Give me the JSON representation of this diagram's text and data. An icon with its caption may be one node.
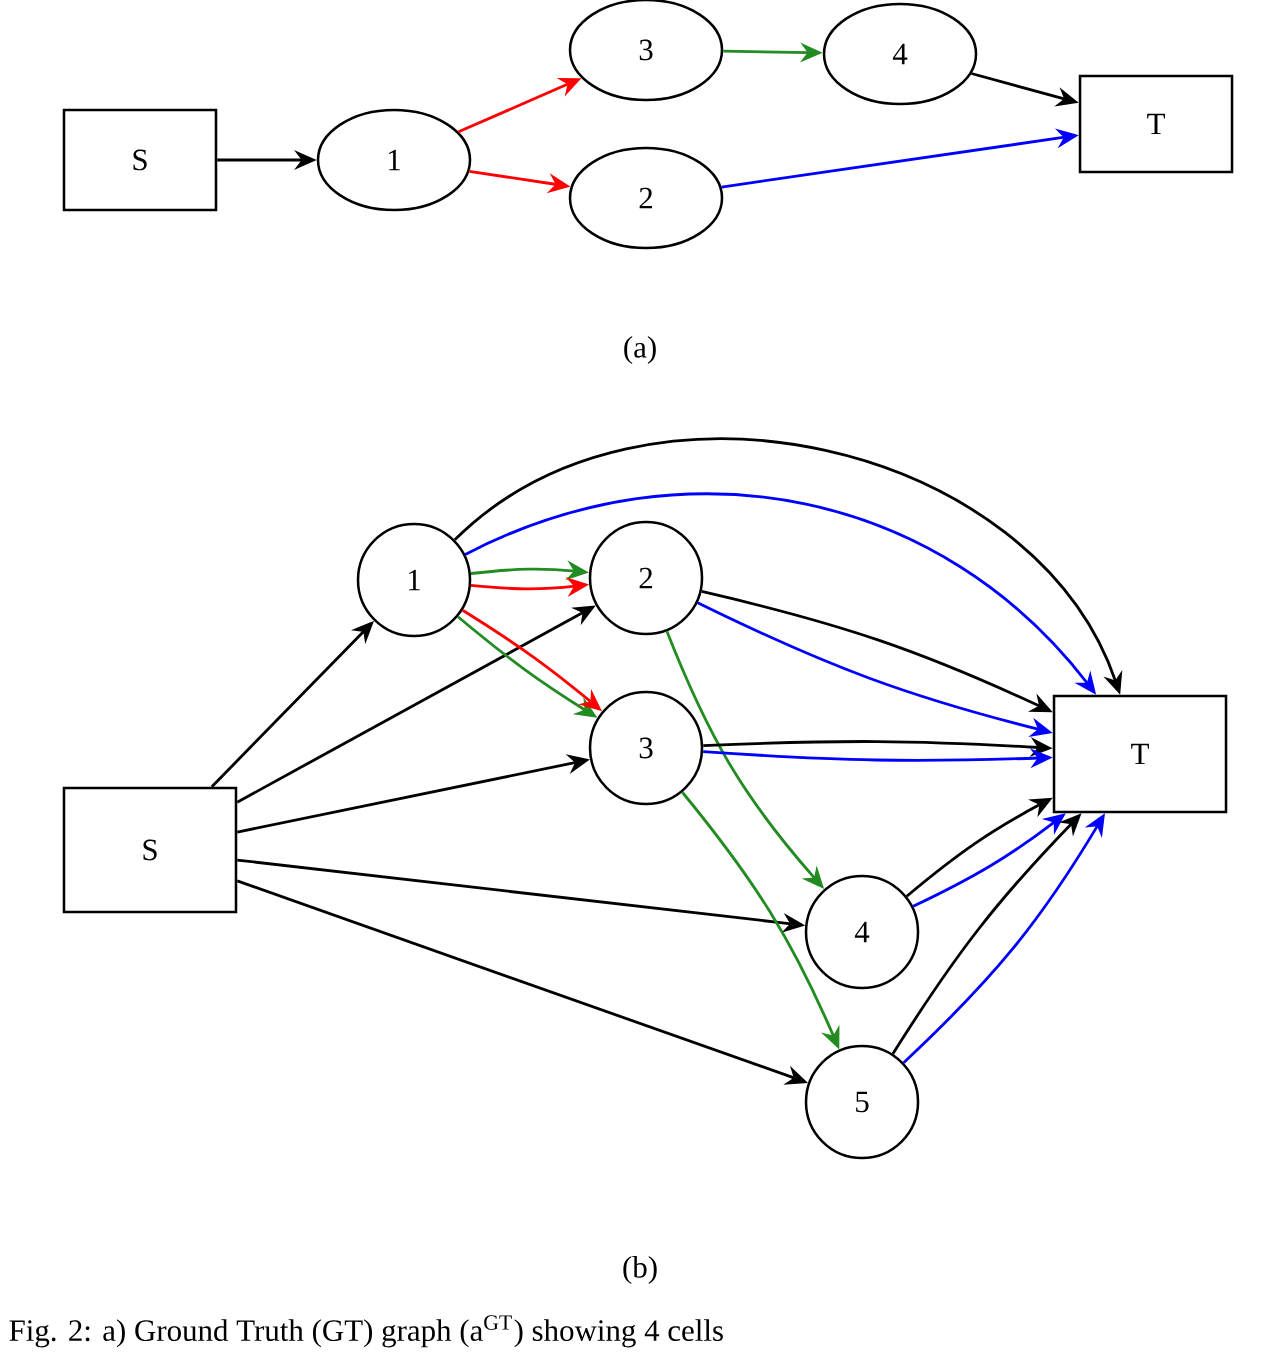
{
  "diagram": {
    "caption": "Fig. 2: a) Ground Truth (GT) graph (a$^{GT}$) showing 4 cells",
    "nodes": [
      {
        "text": [
          "S"
        ]
      },
      {
        "text": [
          "1"
        ]
      },
      {
        "text": [
          "3"
        ]
      },
      {
        "text": [
          "4"
        ]
      },
      {
        "text": [
          "2"
        ]
      },
      {
        "text": [
          "T"
        ]
      },
      {
        "text": [
          "S"
        ]
      },
      {
        "text": [
          "1"
        ]
      },
      {
        "text": [
          "2"
        ]
      },
      {
        "text": [
          "3"
        ]
      },
      {
        "text": [
          "4"
        ]
      },
      {
        "text": [
          "5"
        ]
      },
      {
        "text": [
          "T"
        ]
      }
    ],
    "edges": [
      {
        "from": 0,
        "to": 1,
        "arrow": "to"
      },
      {
        "from": 1,
        "to": 2,
        "arrow": "to",
        "color": "#ff0000"
      },
      {
        "from": 1,
        "to": 4,
        "arrow": "to",
        "color": "#ff0000"
      },
      {
        "from": 2,
        "to": 3,
        "arrow": "to",
        "color": "#228b22"
      },
      {
        "from": 3,
        "to": 5,
        "arrow": "to"
      },
      {
        "from": 4,
        "to": 5,
        "arrow": "to",
        "color": "#0000ff"
      },
      {
        "from": 6,
        "to": 7,
        "arrow": "to"
      },
      {
        "from": 6,
        "to": 8,
        "arrow": "to"
      },
      {
        "from": 6,
        "to": 9,
        "arrow": "to"
      },
      {
        "from": 6,
        "to": 10,
        "arrow": "to"
      },
      {
        "from": 6,
        "to": 11,
        "arrow": "to"
      },
      {
        "from": 7,
        "to": 8,
        "arrow": "to",
        "color": "#228b22"
      },
      {
        "from": 7,
        "to": 8,
        "arrow": "to",
        "color": "#ff0000"
      },
      {
        "from": 7,
        "to": 9,
        "arrow": "to",
        "color": "#228b22"
      },
      {
        "from": 7,
        "to": 9,
        "arrow": "to",
        "color": "#ff0000"
      },
      {
        "from": 7,
        "to": 12,
        "arrow": "to"
      },
      {
        "from": 7,
        "to": 12,
        "arrow": "to",
        "color": "#0000ff"
      },
      {
        "from": 8,
        "to": 12,
        "arrow": "to"
      },
      {
        "from": 8,
        "to": 12,
        "arrow": "to",
        "color": "#0000ff"
      },
      {
        "from": 8,
        "to": 10,
        "arrow": "to",
        "color": "#228b22"
      },
      {
        "from": 9,
        "to": 12,
        "arrow": "to"
      },
      {
        "from": 9,
        "to": 12,
        "arrow": "to",
        "color": "#0000ff"
      },
      {
        "from": 9,
        "to": 11,
        "arrow": "to",
        "color": "#228b22"
      },
      {
        "from": 10,
        "to": 12,
        "arrow": "to"
      },
      {
        "from": 10,
        "to": 12,
        "arrow": "to",
        "color": "#0000ff"
      },
      {
        "from": 11,
        "to": 12,
        "arrow": "to"
      },
      {
        "from": 11,
        "to": 12,
        "arrow": "to",
        "color": "#0000ff"
      }
    ],
    "labels": [
      "(a)",
      "(b)"
    ]
  }
}
